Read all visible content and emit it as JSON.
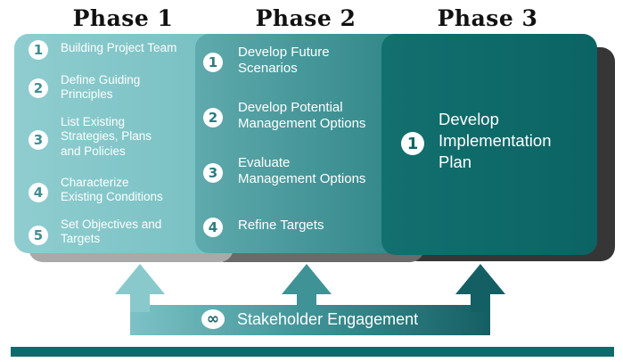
{
  "phases": [
    {
      "title": "Phase 1",
      "steps": [
        {
          "num": "1",
          "label": "Building Project Team"
        },
        {
          "num": "2",
          "label": "Define Guiding\nPrinciples"
        },
        {
          "num": "3",
          "label": "List Existing\nStrategies, Plans\nand Policies"
        },
        {
          "num": "4",
          "label": "Characterize\nExisting Conditions"
        },
        {
          "num": "5",
          "label": "Set Objectives and\nTargets"
        }
      ]
    },
    {
      "title": "Phase 2",
      "steps": [
        {
          "num": "1",
          "label": "Develop Future\nScenarios"
        },
        {
          "num": "2",
          "label": "Develop Potential\nManagement Options"
        },
        {
          "num": "3",
          "label": "Evaluate\nManagement Options"
        },
        {
          "num": "4",
          "label": "Refine Targets"
        }
      ]
    },
    {
      "title": "Phase 3",
      "steps": [
        {
          "num": "1",
          "label": "Develop\nImplementation\nPlan"
        }
      ]
    }
  ],
  "stakeholder": {
    "symbol": "∞",
    "label": "Stakeholder Engagement"
  },
  "colors": {
    "phase1_panel": "#7cc0c3",
    "phase2_panel": "#3f9395",
    "phase3_panel": "#0f6b6a",
    "shadow": "#3a3a3a",
    "bar": "#0e6b6c"
  }
}
